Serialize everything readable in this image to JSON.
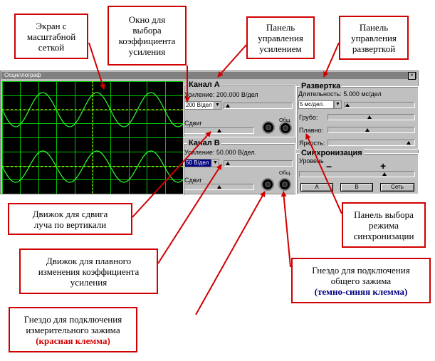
{
  "callouts": {
    "screen": [
      "Экран с",
      "масштабной",
      "сеткой"
    ],
    "gain_window": [
      "Окно для",
      "выбора",
      "коэффициента",
      "усиления"
    ],
    "gain_panel": [
      "Панель",
      "управления",
      "усилением"
    ],
    "sweep_panel": [
      "Панель",
      "управления",
      "разверткой"
    ],
    "shift_slider": [
      "Движок для сдвига",
      "луча по вертикали"
    ],
    "fine_slider": [
      "Движок для плавного",
      "изменения коэффициента",
      "усиления"
    ],
    "sync_panel": [
      "Панель выбора",
      "режима",
      "синхронизации"
    ],
    "common_socket": [
      "Гнездо для подключения",
      "общего зажима"
    ],
    "common_socket_note": "(темно-синяя клемма)",
    "meas_socket": [
      "Гнездо для подключения",
      "измерительного зажима"
    ],
    "meas_socket_note": "(красная клемма)"
  },
  "window": {
    "title": "Осциллограф",
    "close": "×"
  },
  "channel_a": {
    "title": "Канал А",
    "gain_label": "Усиление: 200.000 В/дел",
    "gain_select": "200 В/дел",
    "shift_label": "Сдвиг",
    "common_label": "Общ."
  },
  "channel_b": {
    "title": "Канал В",
    "gain_label": "Усиление: 50.000 В/дел.",
    "gain_select": "50 В/дел",
    "shift_label": "Сдвиг",
    "common_label": "Общ."
  },
  "sweep": {
    "title": "Развертка",
    "duration_label": "Длительность: 5.000 мс/дел",
    "duration_select": "5 мс/дел.",
    "coarse_label": "Грубо:",
    "fine_label": "Плавно:",
    "brightness_label": "Яркость:"
  },
  "sync": {
    "title": "Синхронизация",
    "level_label": "Уровень",
    "minus": "−",
    "plus": "+",
    "btn_a": "A",
    "btn_b": "B",
    "btn_net": "Сеть"
  },
  "colors": {
    "callout_border": "#d00000",
    "grid": "#00c000",
    "trace": "#30ff30",
    "center_line": "#ffff00",
    "screen": "#000000",
    "panel": "#c0c0c0"
  }
}
